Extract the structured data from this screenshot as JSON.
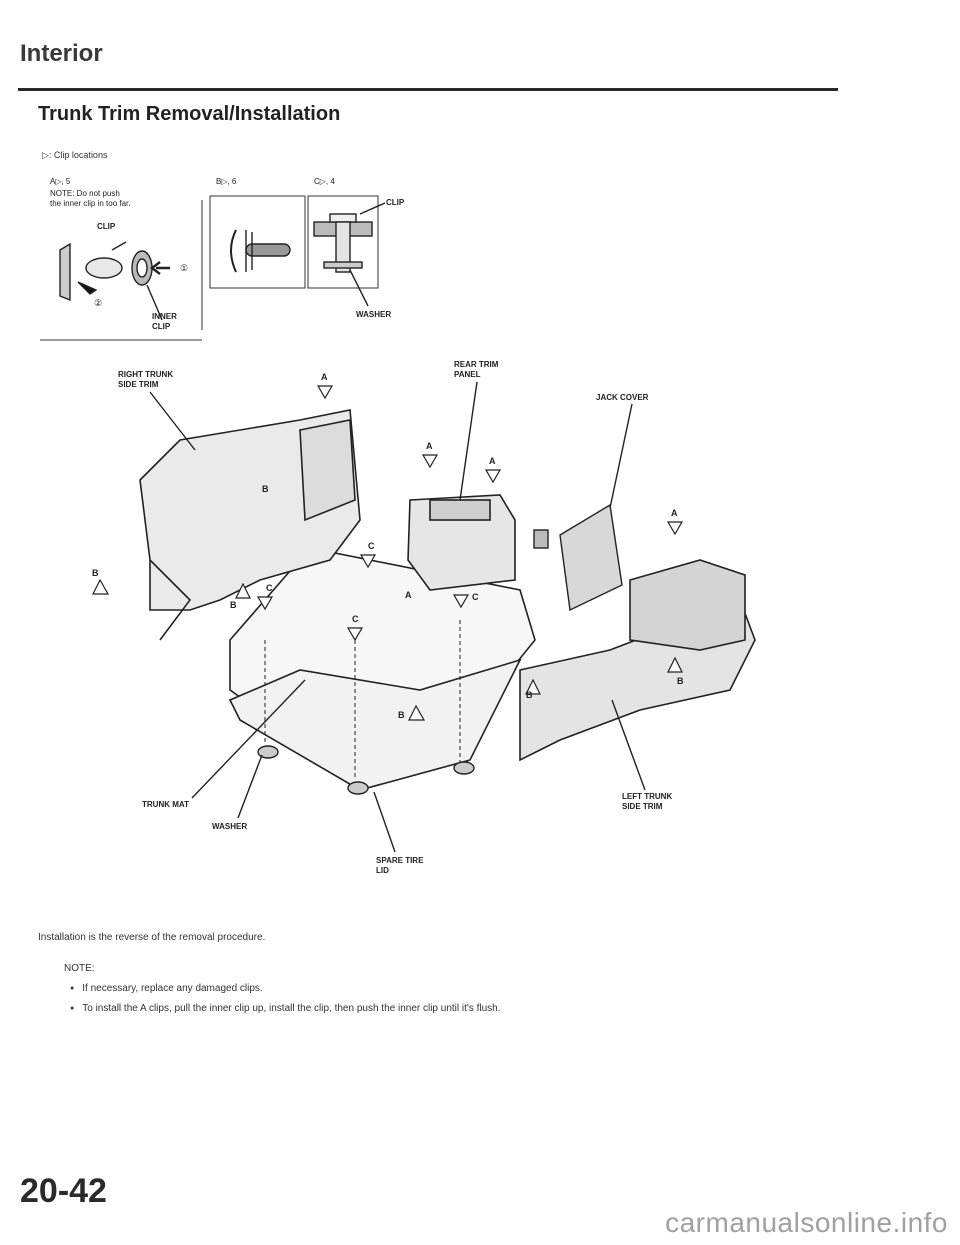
{
  "header": {
    "section": "Interior",
    "title": "Trunk Trim Removal/Installation"
  },
  "legend": {
    "clip_locations": "▷: Clip locations"
  },
  "detail_a": {
    "heading": "A▷, 5",
    "note": "NOTE: Do not push\nthe inner clip in too far.",
    "clip": "CLIP",
    "inner_clip": "INNER\nCLIP",
    "step1": "①",
    "step2": "②"
  },
  "detail_b": {
    "heading": "B▷, 6"
  },
  "detail_c": {
    "heading": "C▷, 4",
    "clip": "CLIP",
    "washer": "WASHER"
  },
  "callouts": {
    "right_trunk_side_trim": "RIGHT TRUNK\nSIDE TRIM",
    "rear_trim_panel": "REAR TRIM\nPANEL",
    "jack_cover": "JACK COVER",
    "trunk_mat": "TRUNK MAT",
    "washer": "WASHER",
    "spare_tire_lid": "SPARE TIRE\nLID",
    "left_trunk_side_trim": "LEFT TRUNK\nSIDE TRIM"
  },
  "markers": {
    "a": "A",
    "b": "B",
    "c": "C"
  },
  "footer": {
    "installation": "Installation is the reverse of the removal procedure.",
    "note_label": "NOTE:",
    "notes": [
      "If necessary, replace any damaged clips.",
      "To install the A clips, pull the inner clip up, install the clip, then push the inner clip until it's flush."
    ],
    "page_number": "20-42"
  },
  "watermark": "carmanualsonline.info"
}
